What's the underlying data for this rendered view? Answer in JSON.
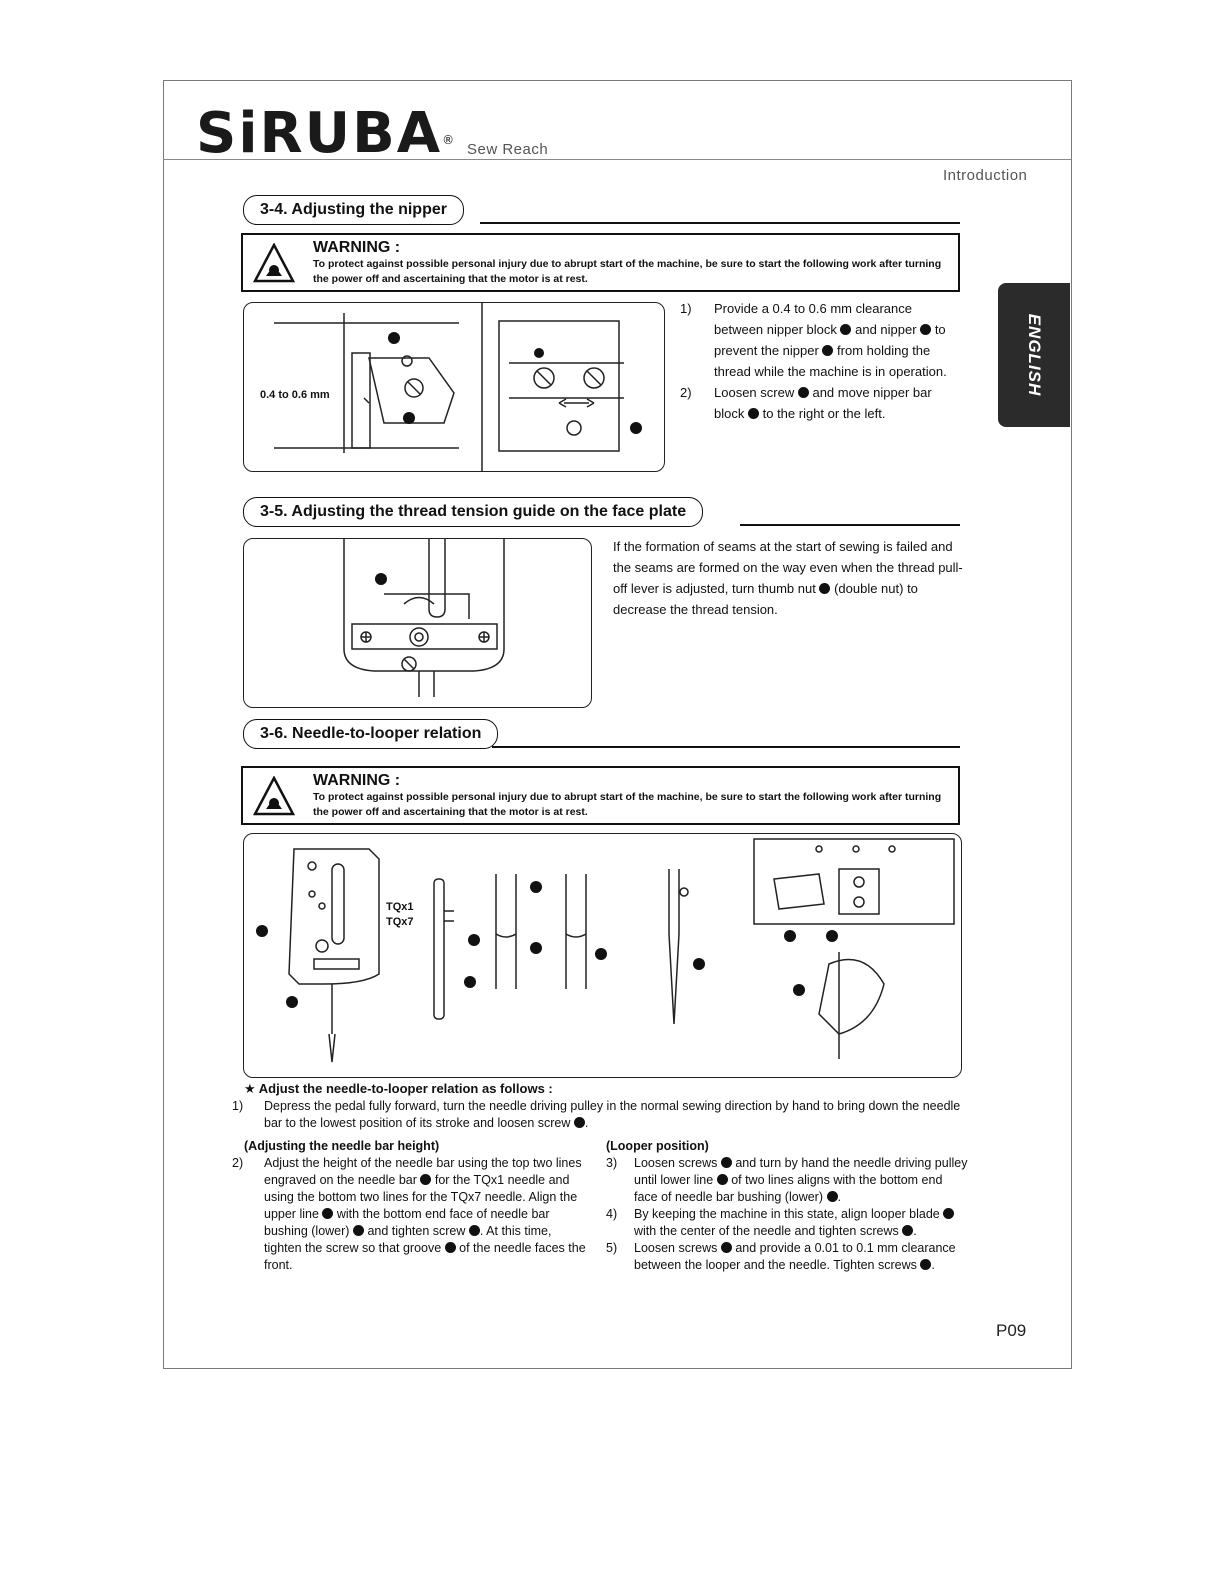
{
  "header": {
    "logo": "SiRUBA",
    "registered": "®",
    "tagline": "Sew Reach",
    "section_label": "Introduction",
    "language_tab": "ENGLISH"
  },
  "section_3_4": {
    "title": "3-4. Adjusting the nipper",
    "warning_title": "WARNING :",
    "warning_text": "To protect against possible personal injury due to abrupt start of the machine, be sure to start the following work after turning the power off and ascertaining that the motor is at rest.",
    "figure_label": "0.4 to 0.6 mm",
    "step1_num": "1)",
    "step1_a": "Provide a 0.4 to 0.6 mm clearance between nipper block",
    "step1_b": "and nipper",
    "step1_c": "to prevent the nipper",
    "step1_d": "from holding the thread while the machine is in operation.",
    "step2_num": "2)",
    "step2_a": "Loosen screw",
    "step2_b": "and move nipper bar block",
    "step2_c": "to the right or the left."
  },
  "section_3_5": {
    "title": "3-5. Adjusting the thread tension guide on the face plate",
    "text_a": "If the formation of seams at the start of sewing is failed and the seams are formed on the way even when the thread pull-off lever is adjusted, turn thumb nut",
    "text_b": "(double nut) to decrease the thread tension."
  },
  "section_3_6": {
    "title": "3-6. Needle-to-looper relation",
    "warning_title": "WARNING :",
    "warning_text": "To protect against possible personal injury due to abrupt start of the machine, be sure to start the following work after turning the power off and ascertaining that the motor is at rest.",
    "fig_label_1": "TQx1",
    "fig_label_2": "TQx7",
    "star_heading": "★ Adjust the needle-to-looper relation as follows :",
    "step1_num": "1)",
    "step1_a": "Depress the pedal fully forward, turn the needle driving pulley in the normal sewing direction by hand to bring down the needle bar to the lowest position of its stroke and loosen screw",
    "step1_b": ".",
    "left_heading": "(Adjusting the needle bar height)",
    "step2_num": "2)",
    "step2_a": "Adjust the height of the needle bar using the top two lines engraved on the needle bar",
    "step2_b": "for the TQx1 needle and using the bottom two lines for the TQx7 needle. Align the upper line",
    "step2_c": "with the bottom end face of needle bar bushing (lower)",
    "step2_d": "and tighten screw",
    "step2_e": ". At this time, tighten the screw so that groove",
    "step2_f": "of the needle faces the front.",
    "right_heading": "(Looper position)",
    "step3_num": "3)",
    "step3_a": "Loosen screws",
    "step3_b": "and turn by hand the needle driving pulley until lower line",
    "step3_c": "of two lines aligns with the bottom end face of needle bar bushing (lower)",
    "step3_d": ".",
    "step4_num": "4)",
    "step4_a": "By keeping the machine in this state, align looper blade",
    "step4_b": "with the center of the needle and tighten screws",
    "step4_c": ".",
    "step5_num": "5)",
    "step5_a": "Loosen screws",
    "step5_b": "and provide a 0.01 to 0.1 mm clearance between the looper and the needle.",
    "step5_c": "Tighten screws",
    "step5_d": "."
  },
  "footer": {
    "page_number": "P09"
  }
}
